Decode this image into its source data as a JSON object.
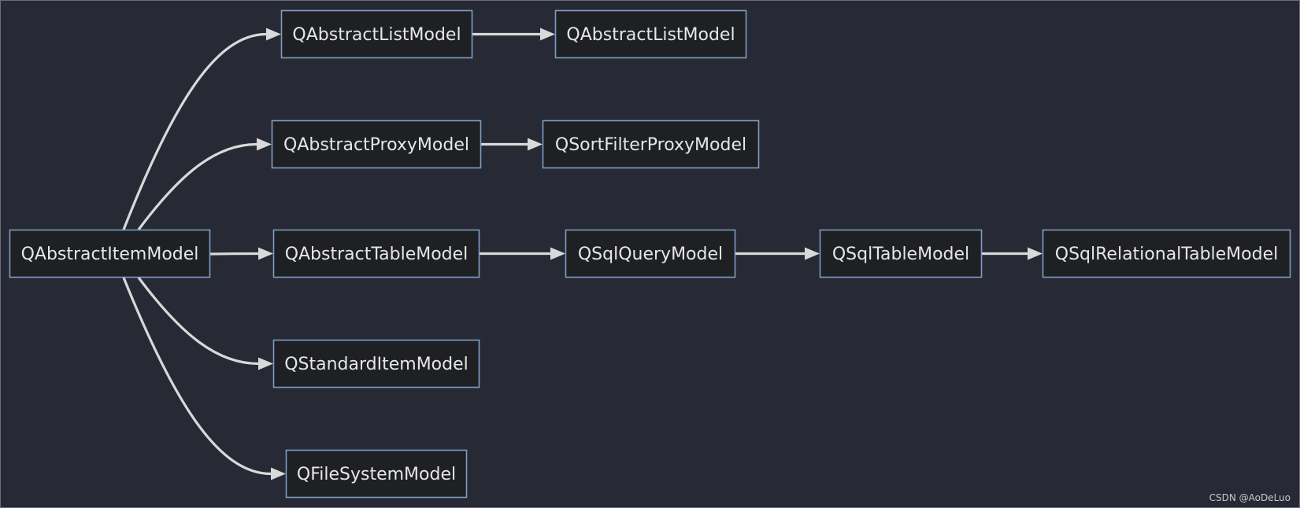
{
  "diagram": {
    "type": "class-hierarchy",
    "nodes": [
      {
        "id": "item",
        "label": "QAbstractItemModel"
      },
      {
        "id": "list1",
        "label": "QAbstractListModel"
      },
      {
        "id": "list2",
        "label": "QAbstractListModel"
      },
      {
        "id": "proxy",
        "label": "QAbstractProxyModel"
      },
      {
        "id": "sortfilter",
        "label": "QSortFilterProxyModel"
      },
      {
        "id": "table",
        "label": "QAbstractTableModel"
      },
      {
        "id": "sqlquery",
        "label": "QSqlQueryModel"
      },
      {
        "id": "sqltable",
        "label": "QSqlTableModel"
      },
      {
        "id": "sqlrel",
        "label": "QSqlRelationalTableModel"
      },
      {
        "id": "standard",
        "label": "QStandardItemModel"
      },
      {
        "id": "filesystem",
        "label": "QFileSystemModel"
      }
    ],
    "edges": [
      {
        "from": "item",
        "to": "list1"
      },
      {
        "from": "item",
        "to": "proxy"
      },
      {
        "from": "item",
        "to": "table"
      },
      {
        "from": "item",
        "to": "standard"
      },
      {
        "from": "item",
        "to": "filesystem"
      },
      {
        "from": "list1",
        "to": "list2"
      },
      {
        "from": "proxy",
        "to": "sortfilter"
      },
      {
        "from": "table",
        "to": "sqlquery"
      },
      {
        "from": "sqlquery",
        "to": "sqltable"
      },
      {
        "from": "sqltable",
        "to": "sqlrel"
      }
    ],
    "colors": {
      "background": "#272a35",
      "node_fill": "#1f2023",
      "node_border": "#7d9dc7",
      "edge": "#d9d9d9",
      "text": "#e6e6e6"
    }
  },
  "watermark": "CSDN @AoDeLuo"
}
